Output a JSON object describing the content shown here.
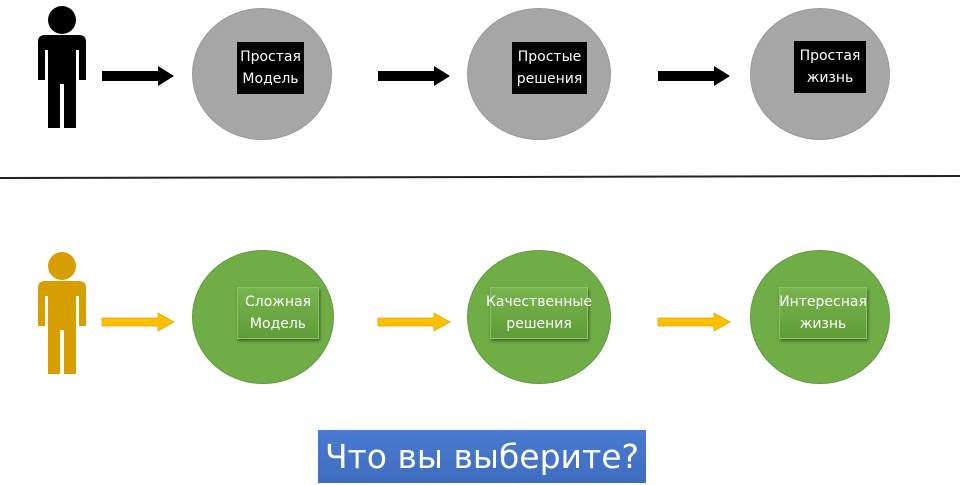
{
  "colors": {
    "top_ellipse": "#a6a6a6",
    "bottom_ellipse": "#70ad47",
    "top_person": "#000000",
    "bottom_person": "#d69e00",
    "top_arrow": "#000000",
    "bottom_arrow": "#ffc000",
    "question_bg": "#4472c4"
  },
  "top_row": {
    "person_icon": "person-icon",
    "steps": [
      {
        "label": "Простая\nМодель"
      },
      {
        "label": "Простые\nрешения"
      },
      {
        "label": "Простая\nжизнь"
      }
    ]
  },
  "bottom_row": {
    "person_icon": "person-icon",
    "steps": [
      {
        "label": "Сложная\nМодель"
      },
      {
        "label": "Качественные\nрешения"
      },
      {
        "label": "Интересная\nжизнь"
      }
    ]
  },
  "question": "Что вы выберите?"
}
